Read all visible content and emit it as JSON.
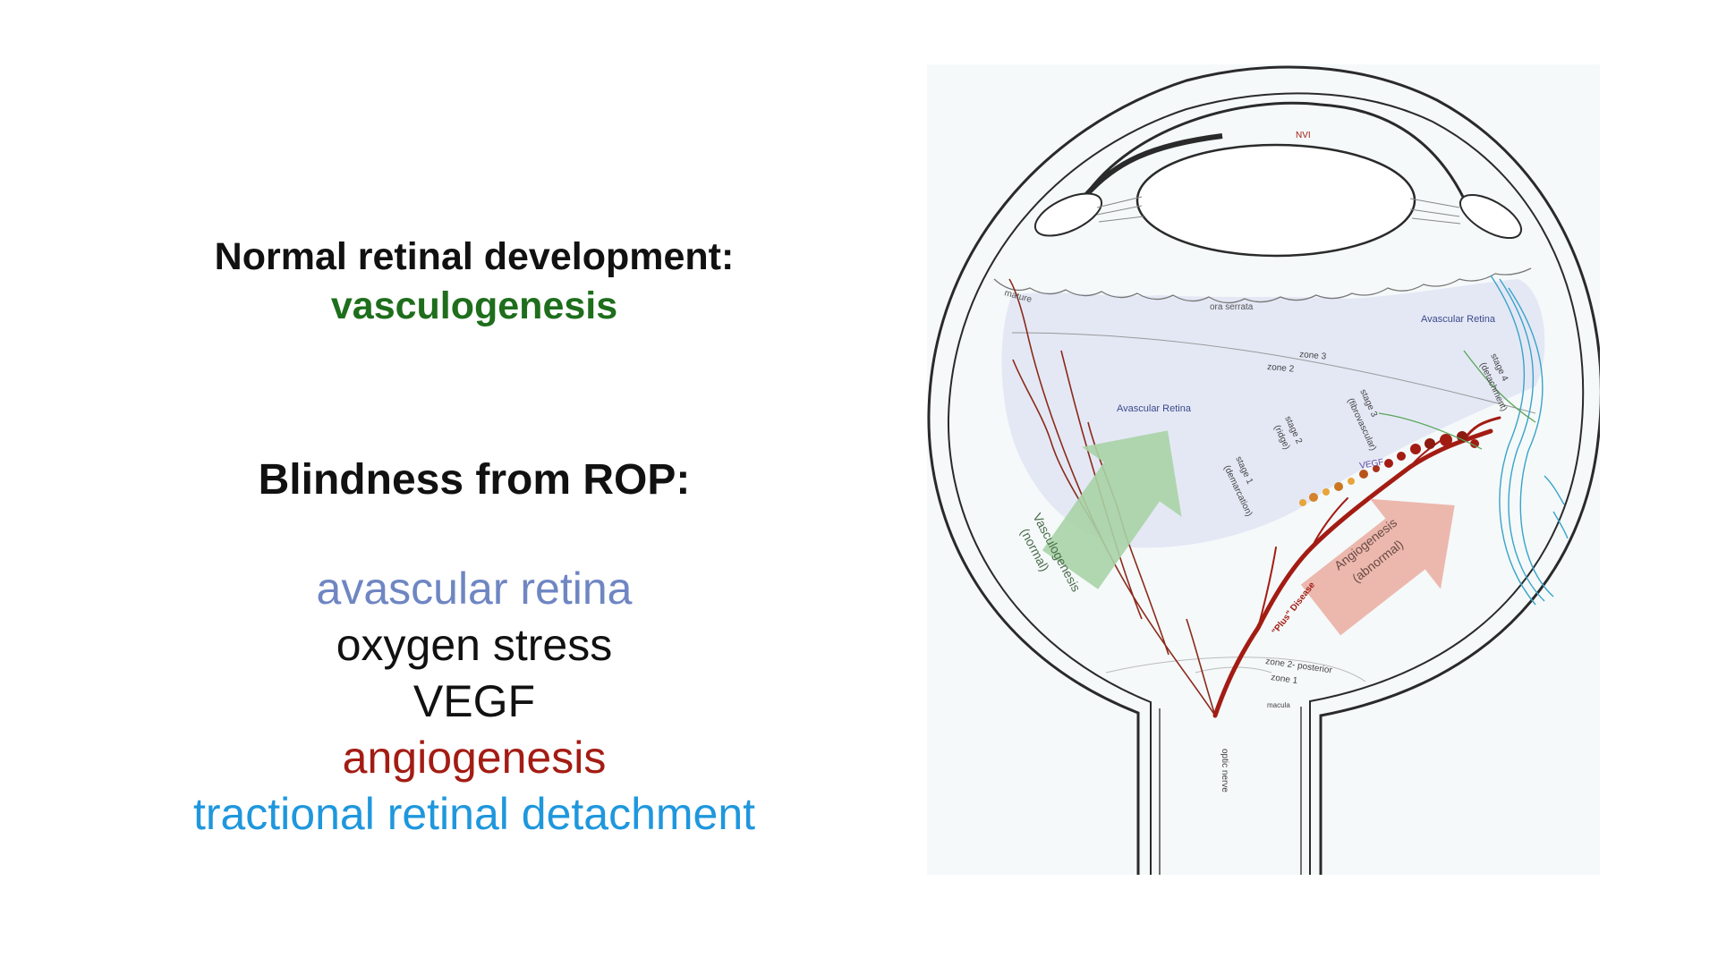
{
  "normal": {
    "heading": "Normal retinal development:",
    "term": "vasculogenesis"
  },
  "rop": {
    "heading": "Blindness from ROP:",
    "steps": [
      {
        "text": "avascular retina",
        "color": "#6f86c3"
      },
      {
        "text": "oxygen stress",
        "color": "#111111"
      },
      {
        "text": "VEGF",
        "color": "#111111"
      },
      {
        "text": "angiogenesis",
        "color": "#a31c13"
      },
      {
        "text": "tractional retinal detachment",
        "color": "#1f97dd"
      }
    ]
  },
  "diagram": {
    "labels": {
      "nvi": "NVI",
      "mature": "mature",
      "ora_serrata": "ora serrata",
      "avascular_retina_top": "Avascular Retina",
      "avascular_retina_center": "Avascular Retina",
      "zone3": "zone 3",
      "zone2": "zone 2",
      "stage1": "stage 1",
      "stage1_sub": "(demarcation)",
      "stage2": "stage 2",
      "stage2_sub": "(ridge)",
      "stage3": "stage 3",
      "stage3_sub": "(fibrovascular)",
      "stage4": "stage 4",
      "stage4_sub": "(detachment)",
      "vegf": "VEGF",
      "vasculogenesis": "Vasculogenesis",
      "vasculogenesis_sub": "(normal)",
      "angiogenesis": "Angiogenesis",
      "angiogenesis_sub": "(abnormal)",
      "plus_disease": "\"Plus\" Disease",
      "zone2_posterior": "zone 2- posterior",
      "zone1": "zone 1",
      "macula": "macula",
      "optic_nerve": "optic nerve"
    },
    "colors": {
      "avascular_fill": "#e4e8f5",
      "vessel": "#8b2a1a",
      "plus": "#a31c13",
      "green_arrow": "#a9d3a6",
      "pink_arrow": "#ebb0a5",
      "detach": "#39a3c9",
      "label_blue": "#3b4a8a"
    }
  }
}
